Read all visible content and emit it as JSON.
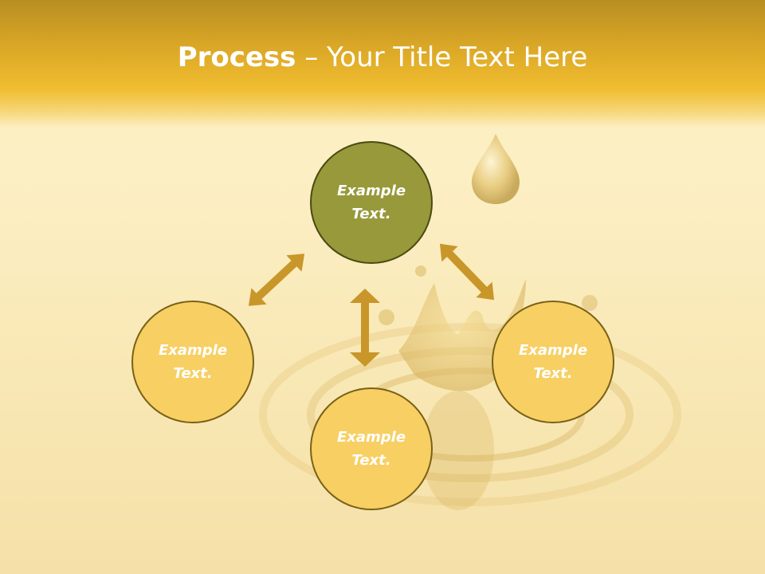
{
  "slide": {
    "title_bold": "Process",
    "title_rest": " – Your Title Text Here"
  },
  "nodes": {
    "top": "Example Text.",
    "left": "Example Text.",
    "right": "Example Text.",
    "bottom": "Example Text."
  },
  "colors": {
    "header": "#e8b22c",
    "top_node": "#97993a",
    "other_nodes": "#f7cf63",
    "arrows": "#c9962a"
  },
  "icons": [
    "double-arrow-icon",
    "oil-drop-image"
  ]
}
